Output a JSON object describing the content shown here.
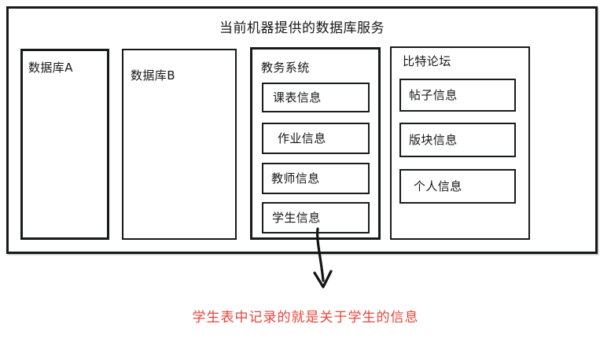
{
  "diagram": {
    "title": "当前机器提供的数据库服务",
    "columns": [
      {
        "name": "数据库A",
        "items": []
      },
      {
        "name": "数据库B",
        "items": []
      },
      {
        "name": "教务系统",
        "items": [
          "课表信息",
          "作业信息",
          "教师信息",
          "学生信息"
        ]
      },
      {
        "name": "比特论坛",
        "items": [
          "帖子信息",
          "版块信息",
          "个人信息"
        ]
      }
    ],
    "annotation": {
      "caption": "学生表中记录的就是关于学生的信息",
      "caption_color": "#e8453a",
      "arrow_from": "学生信息",
      "arrow_icon": "down-arrow-icon"
    },
    "colors": {
      "border": "#17191b",
      "text": "#171717",
      "background": "#ffffff",
      "accent_red": "#e8453a"
    }
  }
}
